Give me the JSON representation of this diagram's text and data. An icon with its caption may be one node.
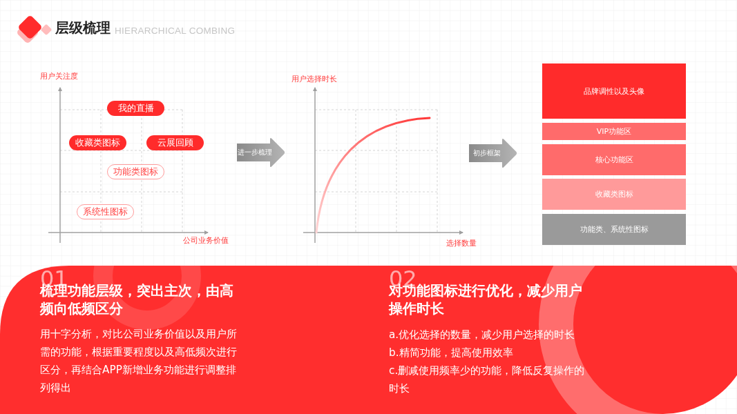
{
  "diagram": {
    "title": "层级梳理",
    "nodes": [
      {
        "text": [
          "我的直播"
        ]
      },
      {
        "text": [
          "收藏类图标"
        ]
      },
      {
        "text": [
          "云展回顾"
        ]
      },
      {
        "text": [
          "功能类图标"
        ]
      },
      {
        "text": [
          "系统性图标"
        ]
      },
      {
        "text": [
          "进一步梳理"
        ]
      },
      {
        "text": [
          "初步框架"
        ]
      },
      {
        "text": [
          "品牌调性以及头像"
        ]
      },
      {
        "text": [
          "VIP功能区"
        ]
      },
      {
        "text": [
          "核心功能区"
        ]
      },
      {
        "text": [
          "收藏类图标"
        ]
      },
      {
        "text": [
          "功能类、系统性图标"
        ]
      },
      {
        "text": [
          "01",
          "梳理功能层级，突出主次，由高频向低频区分",
          "用十字分析，对比公司业务价值以及用户所需的功能，根据重要程度以及高低频次进行区分，再结合APP新增业务功能进行调整排列得出",
          "02",
          "对功能图标进行优化，减少用户操作时长",
          "a.优化选择的数量，减少用户选择的时长",
          "b.精简功能，提高使用效率",
          "c.删减使用频率少的功能，降低反复操作的时长"
        ]
      }
    ],
    "labels": [
      "HIERARCHICAL COMBING",
      "用户关注度",
      "公司业务价值",
      "用户选择时长",
      "选择数量"
    ]
  }
}
